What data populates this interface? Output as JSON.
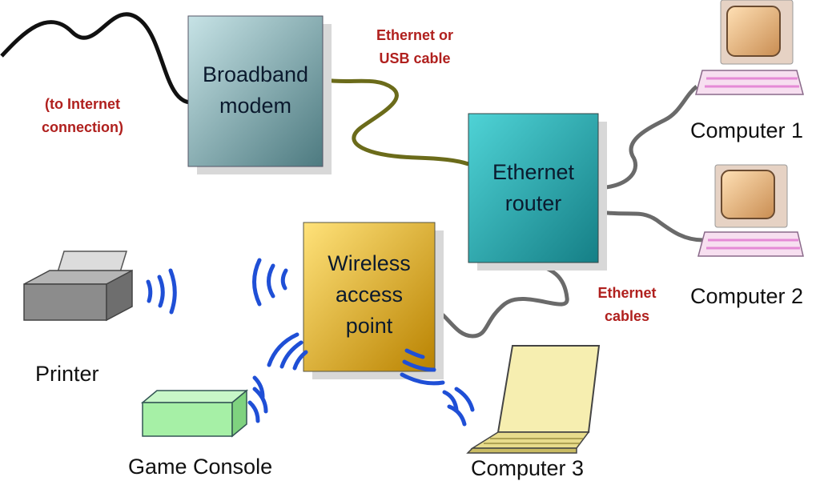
{
  "nodes": {
    "modem": {
      "label_line1": "Broadband",
      "label_line2": "modem",
      "color": "#8fb8bd"
    },
    "router": {
      "label_line1": "Ethernet",
      "label_line2": "router",
      "color": "#22b0b4"
    },
    "wap": {
      "label_line1": "Wireless",
      "label_line2": "access",
      "label_line3": "point",
      "color": "#e6b81c"
    },
    "computer1": {
      "label": "Computer 1"
    },
    "computer2": {
      "label": "Computer 2"
    },
    "computer3": {
      "label": "Computer 3"
    },
    "printer": {
      "label": "Printer"
    },
    "console": {
      "label": "Game Console"
    }
  },
  "annotations": {
    "internet_line1": "(to Internet",
    "internet_line2": "connection)",
    "usb_line1": "Ethernet or",
    "usb_line2": "USB cable",
    "ethernet_line1": "Ethernet",
    "ethernet_line2": "cables"
  },
  "colors": {
    "annotation_red": "#b0201e",
    "wireless_blue": "#1f4fd6",
    "cable_olive": "#6b6b1a",
    "cable_gray": "#6a6a6a",
    "cable_black": "#111111"
  }
}
